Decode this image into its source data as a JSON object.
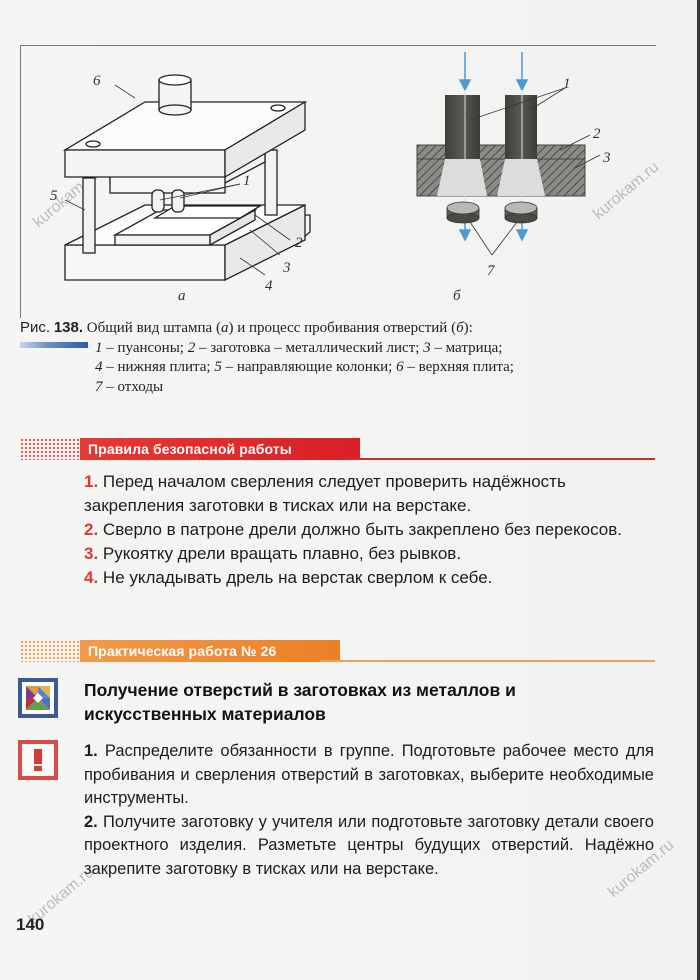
{
  "figure": {
    "panel_a": {
      "letter": "а",
      "labels": [
        "1",
        "2",
        "3",
        "4",
        "5",
        "6"
      ]
    },
    "panel_b": {
      "letter": "б",
      "labels": [
        "1",
        "2",
        "3",
        "7"
      ]
    },
    "caption": {
      "prefix": "Рис.",
      "number": "138.",
      "title_part1": "Общий вид штампа (",
      "title_a": "а",
      "title_part2": ") и процесс пробивания отверстий (",
      "title_b": "б",
      "title_part3": "):",
      "legend": [
        {
          "n": "1",
          "text": "пуансоны;"
        },
        {
          "n": "2",
          "text": "заготовка – металлический лист;"
        },
        {
          "n": "3",
          "text": "матрица;"
        },
        {
          "n": "4",
          "text": "нижняя плита;"
        },
        {
          "n": "5",
          "text": "направляющие колонки;"
        },
        {
          "n": "6",
          "text": "верхняя плита;"
        },
        {
          "n": "7",
          "text": "отходы"
        }
      ]
    }
  },
  "safety": {
    "heading": "Правила безопасной работы",
    "color": "#e0262b",
    "rules": [
      {
        "n": "1.",
        "text": "Перед началом сверления следует проверить надёжность закрепления заготовки в тисках или на верстаке."
      },
      {
        "n": "2.",
        "text": "Сверло в патроне дрели должно быть закреплено без перекосов."
      },
      {
        "n": "3.",
        "text": "Рукоятку дрели вращать плавно, без рывков."
      },
      {
        "n": "4.",
        "text": "Не укладывать дрель на верстак сверлом к себе."
      }
    ]
  },
  "practical": {
    "heading": "Практическая работа № 26",
    "color": "#ef8a2e",
    "title": "Получение отверстий в заготовках из металлов и искусственных материалов",
    "steps": [
      {
        "n": "1.",
        "text": "Распределите обязанности в группе. Подготовьте рабочее место для пробивания и сверления отверстий в заготовках, выберите необходимые инструменты."
      },
      {
        "n": "2.",
        "text": "Получите заготовку у учителя или подготовьте заготовку детали своего проектного изделия. Разметьте центры будущих отверстий. Надёжно закрепите заготовку в тисках или на верстаке."
      }
    ]
  },
  "page_number": "140",
  "watermark": "kurokam.ru"
}
